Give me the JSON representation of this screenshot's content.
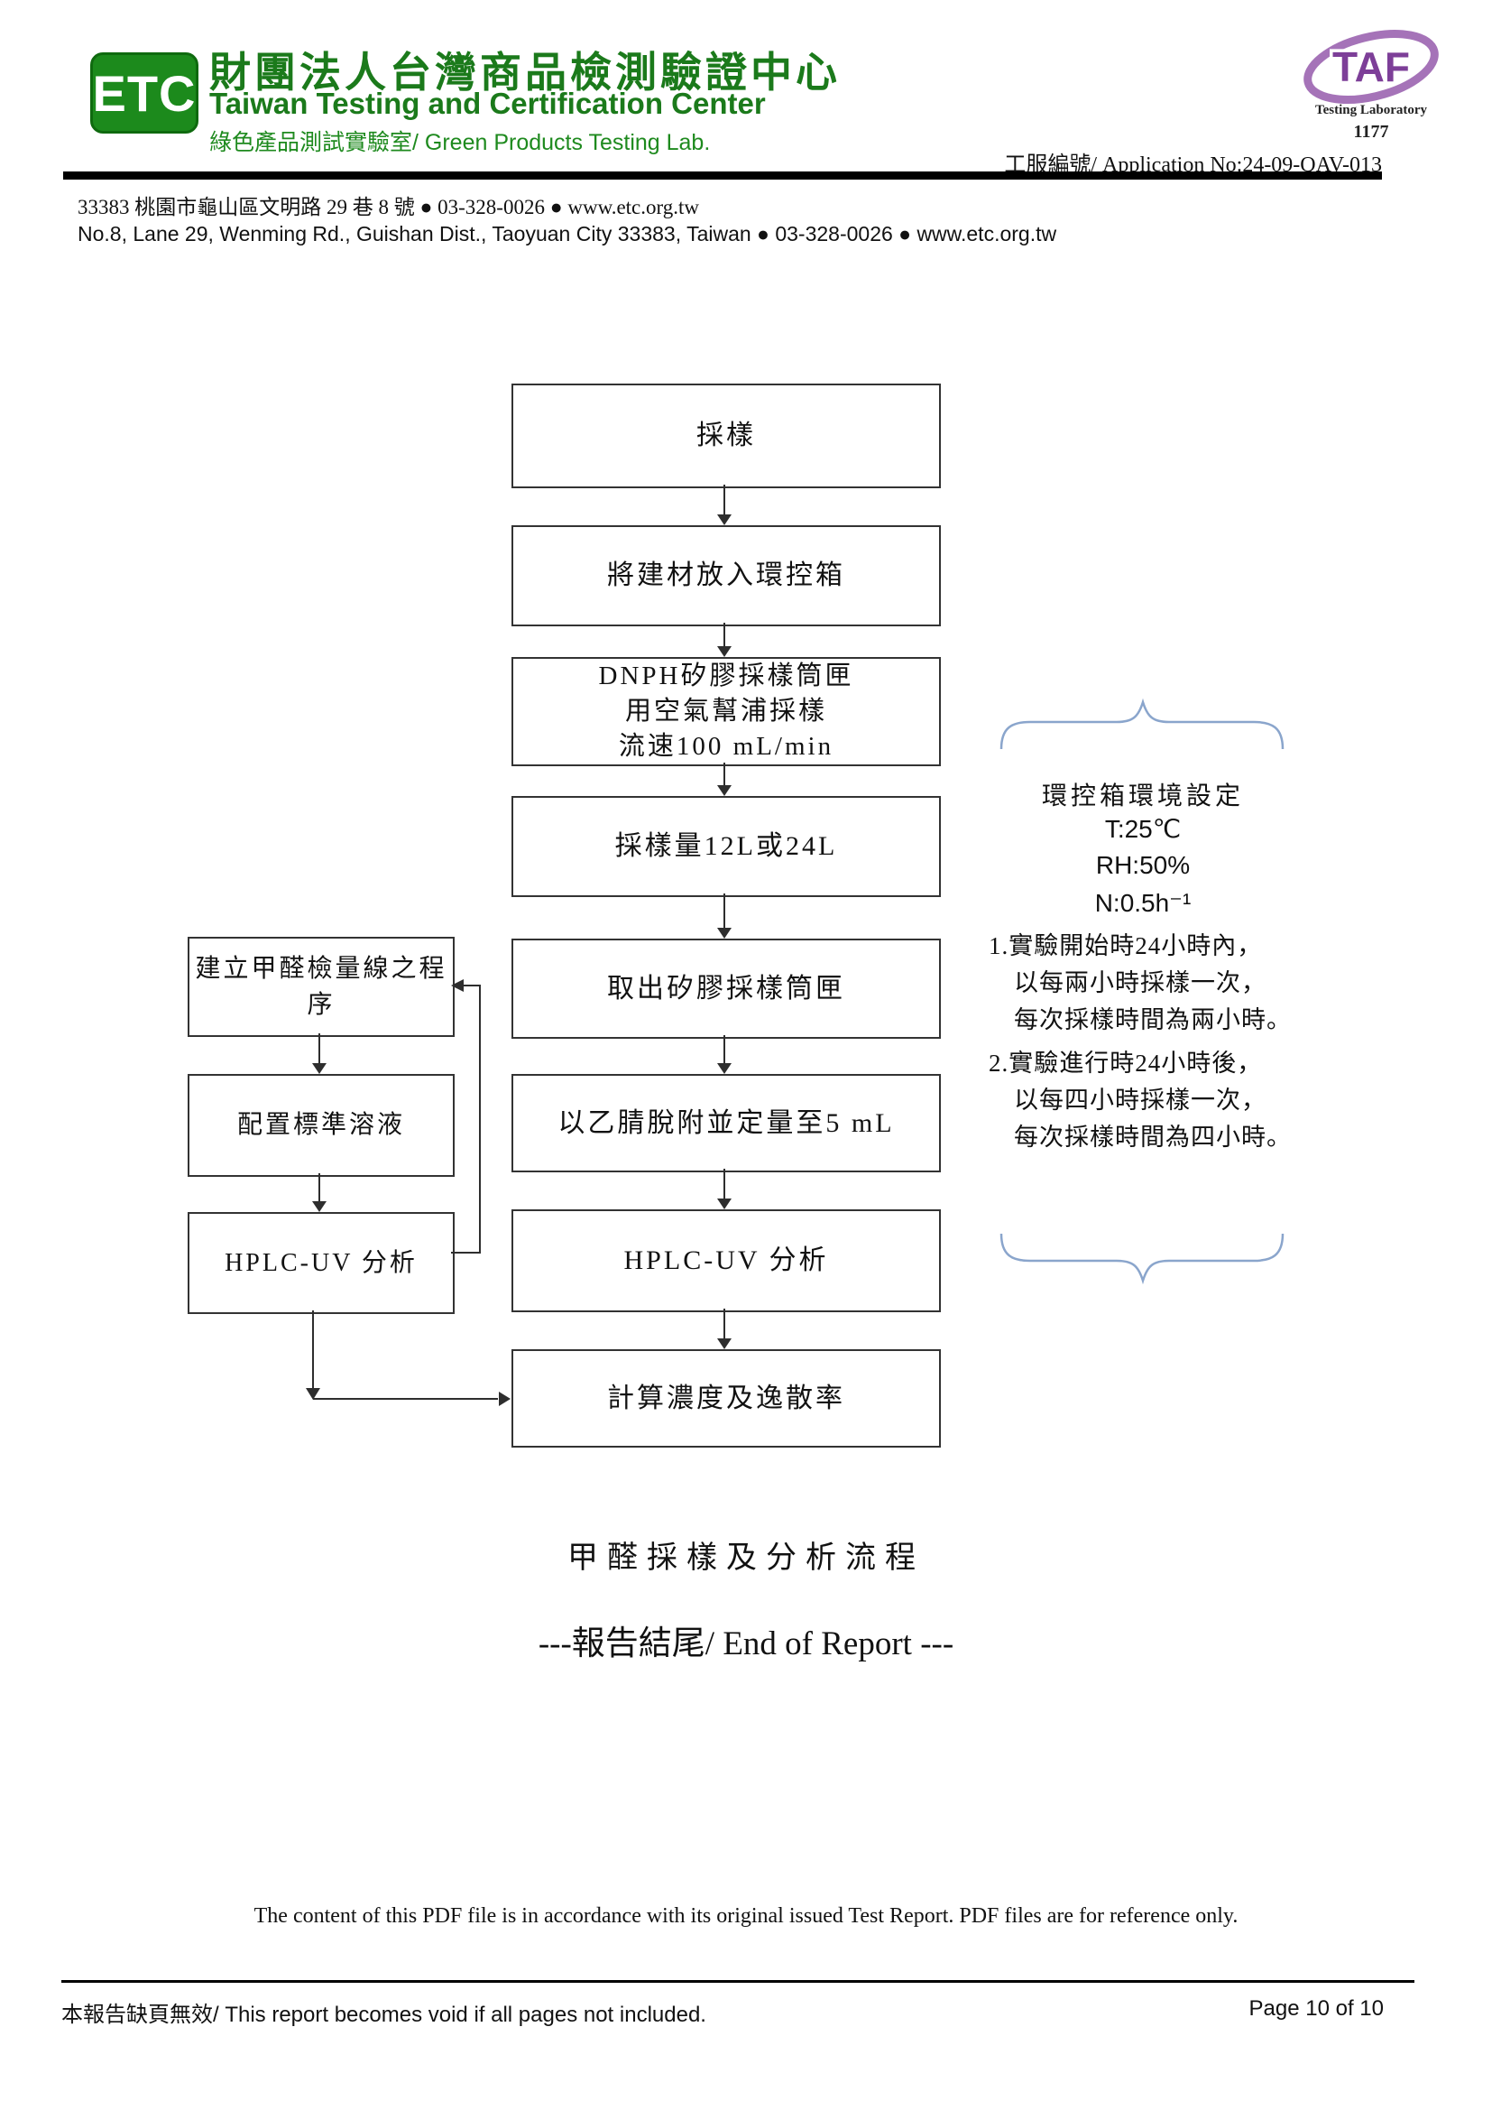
{
  "header": {
    "logo_text": "ETC",
    "org_name_zh": "財團法人台灣商品檢測驗證中心",
    "org_name_en": "Taiwan Testing and Certification Center",
    "lab_name": "綠色產品測試實驗室/ Green Products Testing Lab.",
    "application_no": "工服編號/ Application  No:24-09-QAV-013",
    "taf": {
      "acronym": "TAF",
      "label": "Testing Laboratory",
      "number": "1177"
    },
    "address_zh": "33383  桃園市龜山區文明路 29 巷 8 號  ● 03-328-0026 ● www.etc.org.tw",
    "address_en": "No.8, Lane 29, Wenming Rd., Guishan Dist., Taoyuan City 33383, Taiwan ● 03-328-0026 ● www.etc.org.tw"
  },
  "flowchart": {
    "main_steps": [
      "採樣",
      "將建材放入環控箱",
      "DNPH矽膠採樣筒匣\n用空氣幫浦採樣\n流速100 mL/min",
      "採樣量12L或24L",
      "取出矽膠採樣筒匣",
      "以乙腈脫附並定量至5 mL",
      "HPLC-UV 分析",
      "計算濃度及逸散率"
    ],
    "side_steps": [
      "建立甲醛檢量線之程序",
      "配置標準溶液",
      "HPLC-UV 分析"
    ],
    "annotation": {
      "settings_title": "環控箱環境設定",
      "settings": [
        "T:25℃",
        "RH:50%",
        "N:0.5h⁻¹"
      ],
      "note1": "1.實驗開始時24小時內，\n　以每兩小時採樣一次，\n　每次採樣時間為兩小時。",
      "note2": "2.實驗進行時24小時後，\n　以每四小時採樣一次，\n　每次採樣時間為四小時。"
    },
    "caption": "甲醛採樣及分析流程"
  },
  "end_of_report": "---報告結尾/ End of Report ---",
  "footer": {
    "disclaimer": "The content of this PDF file is in accordance with its original issued Test Report. PDF files are for reference only.",
    "void_note": "本報告缺頁無效/ This report becomes void if all pages not included.",
    "page": "Page 10 of 10"
  },
  "colors": {
    "brand_green": "#1c8a1c",
    "taf_purple": "#7d3f98",
    "taf_ring_purple": "#a573b8",
    "brace_blue": "#8aa5cc"
  }
}
